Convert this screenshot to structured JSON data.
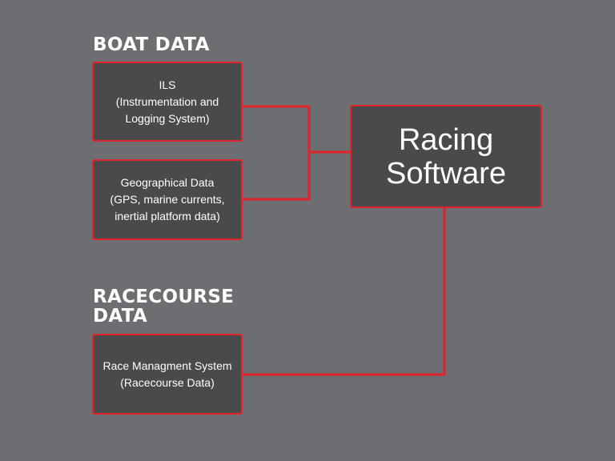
{
  "headings": {
    "boat_data": "BOAT DATA",
    "racecourse_data_line1": "RACECOURSE",
    "racecourse_data_line2": "DATA"
  },
  "boxes": {
    "ils": {
      "lines": [
        "ILS",
        "(Instrumentation and",
        "Logging System)"
      ]
    },
    "geo": {
      "lines": [
        "Geographical Data",
        "(GPS, marine currents,",
        "inertial platform data)"
      ]
    },
    "racing": {
      "lines": [
        "Racing",
        "Software"
      ]
    },
    "rms": {
      "lines": [
        "Race Managment System",
        "(Racecourse Data)"
      ]
    }
  },
  "colors": {
    "background": "#6d6e71",
    "box_fill": "#4a4a4c",
    "accent_red": "#e2232a",
    "text": "#ffffff"
  }
}
